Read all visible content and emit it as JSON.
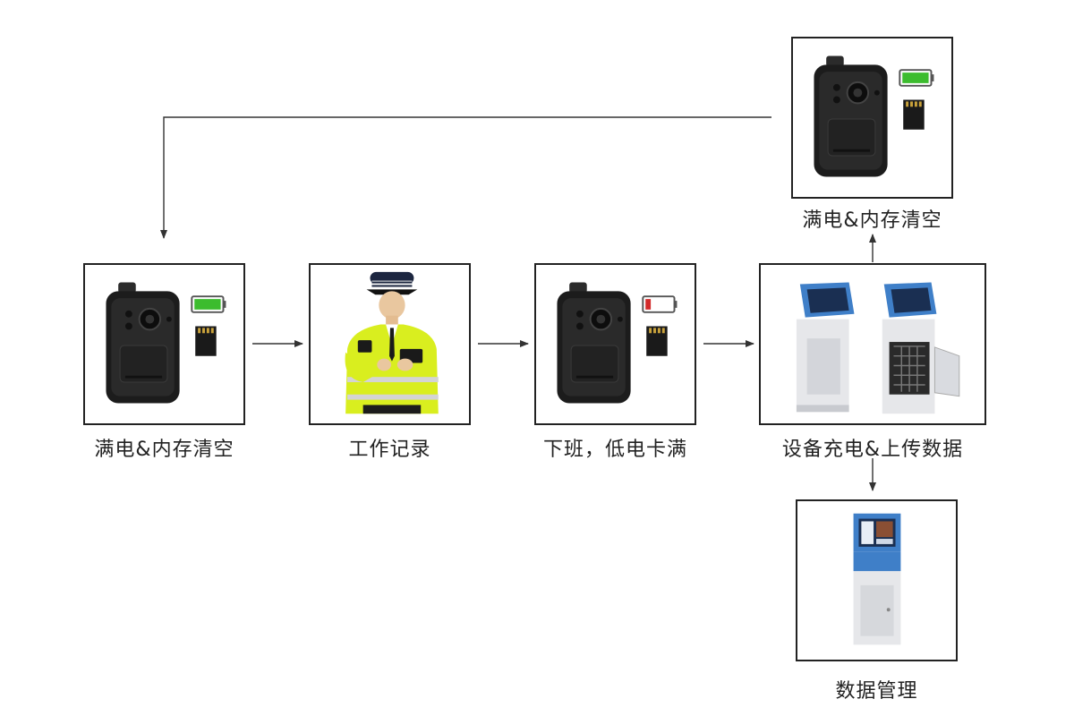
{
  "steps": {
    "full_clear": {
      "label": "满电&内存清空"
    },
    "work_record": {
      "label": "工作记录"
    },
    "off_duty": {
      "label": "下班，低电卡满"
    },
    "charge_upload": {
      "label": "设备充电&上传数据"
    },
    "full_clear_top": {
      "label": "满电&内存清空"
    },
    "data_manage": {
      "label": "数据管理"
    }
  },
  "colors": {
    "line": "#333333",
    "battery_full": "#3cbc2e",
    "battery_low": "#d22a2a",
    "kiosk_blue": "#3f7fc8",
    "vest": "#d9ee1f"
  }
}
